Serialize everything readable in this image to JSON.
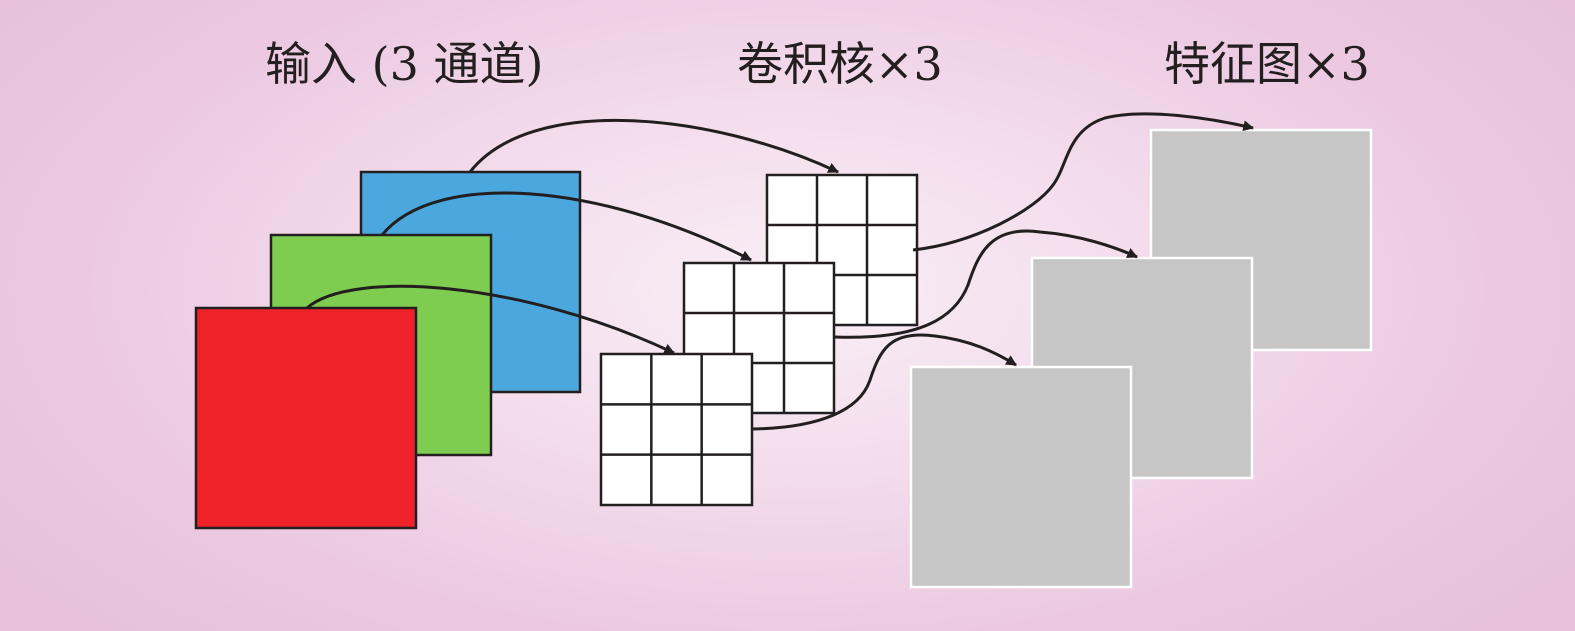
{
  "labels": {
    "input": "输入 (3 通道)",
    "kernels": "卷积核×3",
    "feature_maps": "特征图×3"
  },
  "colors": {
    "background_center": "#f9eef6",
    "background_edge": "#e8c0db",
    "channel_blue": "#4aa8df",
    "channel_green": "#7fcd50",
    "channel_red": "#ee2228",
    "kernel_fill": "#ffffff",
    "feature_map_fill": "#c6c6c6",
    "stroke": "#231f20"
  },
  "diagram": {
    "input_channels": [
      "blue",
      "green",
      "red"
    ],
    "kernel_grid": "3x3",
    "kernel_count": 3,
    "feature_map_count": 3
  }
}
